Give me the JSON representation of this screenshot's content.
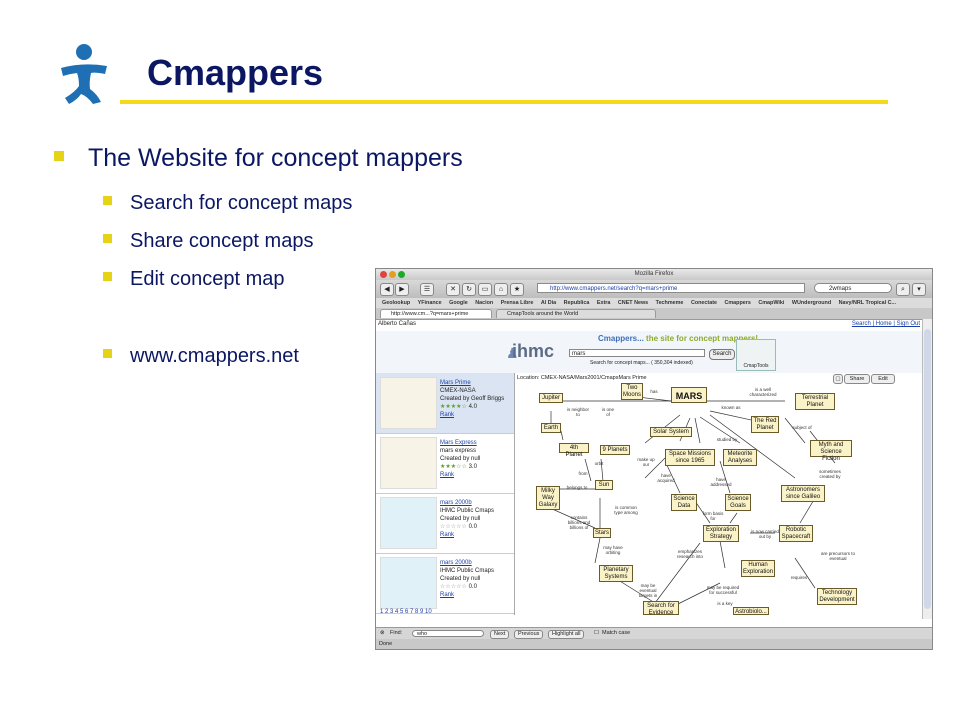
{
  "slide": {
    "title": "Cmappers",
    "bullet_main": "The Website for concept mappers",
    "sub_bullets": [
      "Search for concept maps",
      "Share concept maps",
      "Edit concept map"
    ],
    "url_bullet": "www.cmappers.net",
    "colors": {
      "title": "#0b1763",
      "bullet": "#e7d316",
      "rule": "#f6d91a"
    }
  },
  "browser": {
    "window_title": "Mozilla Firefox",
    "url": "http://www.cmappers.net/search?q=mars+prime",
    "search_engine_value": "2wmaps",
    "bookmarks": [
      "Geolookup",
      "YFinance",
      "Google",
      "Nacion",
      "Prensa Libre",
      "Al Dia",
      "Republica",
      "Extra",
      "CNET News",
      "Techmeme",
      "Conectate",
      "Cmappers",
      "CmapWiki",
      "WUnderground",
      "Navy/NRL Tropical C..."
    ],
    "tabs": [
      "http://www.cm...?q=mars+prime",
      "CmapTools around the World"
    ],
    "user": "Alberto Cañas",
    "user_links": "Search | Home | Sign Out",
    "logo_text": "ihmc",
    "tagline_a": "Cmappers...",
    "tagline_b": "the site for concept mappers!",
    "query": "mars",
    "search_button": "Search",
    "search_sub": "Search for concept maps... ( 350,304 indexed)",
    "cmaptools_label": "CmapTools",
    "location": "Location: CMEX-NASA/Mars2001/CmapsMars Prime",
    "share_button": "Share",
    "edit_button": "Edit",
    "results": [
      {
        "title": "Mars Prime",
        "org": "CMEX-NASA",
        "by": "Created by Geoff Briggs",
        "rating": "4.0",
        "rank": "Rank"
      },
      {
        "title": "Mars Express",
        "org": "mars express",
        "by": "Created by null",
        "rating": "3.0",
        "rank": "Rank"
      },
      {
        "title": "mars 2000b",
        "org": "IHMC Public Cmaps",
        "by": "Created by null",
        "rating": "0.0",
        "rank": "Rank"
      },
      {
        "title": "mars 2000b",
        "org": "IHMC Public Cmaps",
        "by": "Created by null",
        "rating": "0.0",
        "rank": "Rank"
      }
    ],
    "pages": "1 2 3 4 5 6 7 8 9 10",
    "find_label": "Find:",
    "find_value": "who",
    "next_btn": "Next",
    "prev_btn": "Previous",
    "highlight_btn": "Highlight all",
    "match_case": "Match case",
    "status": "Done"
  },
  "cmap": {
    "nodes": {
      "mars": "MARS",
      "two_moons": "Two Moons",
      "jupiter": "Jupiter",
      "earth": "Earth",
      "fourth": "4th Planet",
      "nine": "9 Planets",
      "solar": "Solar System",
      "red": "The Red Planet",
      "terrestrial": "Terrestrial Planet",
      "myth": "Myth and Science Fiction",
      "space": "Space Missions since 1965",
      "meteorite": "Meteorite Analyses",
      "milky": "Milky Way Galaxy",
      "sun": "Sun",
      "sdata": "Science Data",
      "sgoals": "Science Goals",
      "astro": "Astronomers since Galileo",
      "stars": "Stars",
      "explor": "Exploration Strategy",
      "robotic": "Robotic Spacecraft",
      "planetary": "Planetary Systems",
      "human": "Human Exploration",
      "techdev": "Technology Development",
      "evidence": "Search for Evidence",
      "astrob": "Astrobiolo..."
    },
    "links": {
      "has": "has",
      "well": "is a well characterized",
      "neighbor": "is neighbor to",
      "isone": "is one of",
      "known": "known as",
      "studied": "studied by",
      "subject": "subject of",
      "orbit": "orbit",
      "make": "make up our",
      "from": "from",
      "belongs": "belongs to",
      "acquired": "have acquired",
      "addressed": "have addressed",
      "form": "form basis for",
      "common": "is common type among",
      "contains": "contains billions and billions of",
      "carried": "is now carried out by",
      "sometimes": "sometimes created by",
      "orbiting": "may have orbiting",
      "emph": "emphasizes research into",
      "eventual": "may be eventual targets in",
      "required": "may be required for successful",
      "precursors": "are precursors to eventual",
      "requires": "requires",
      "key": "is a key"
    }
  }
}
